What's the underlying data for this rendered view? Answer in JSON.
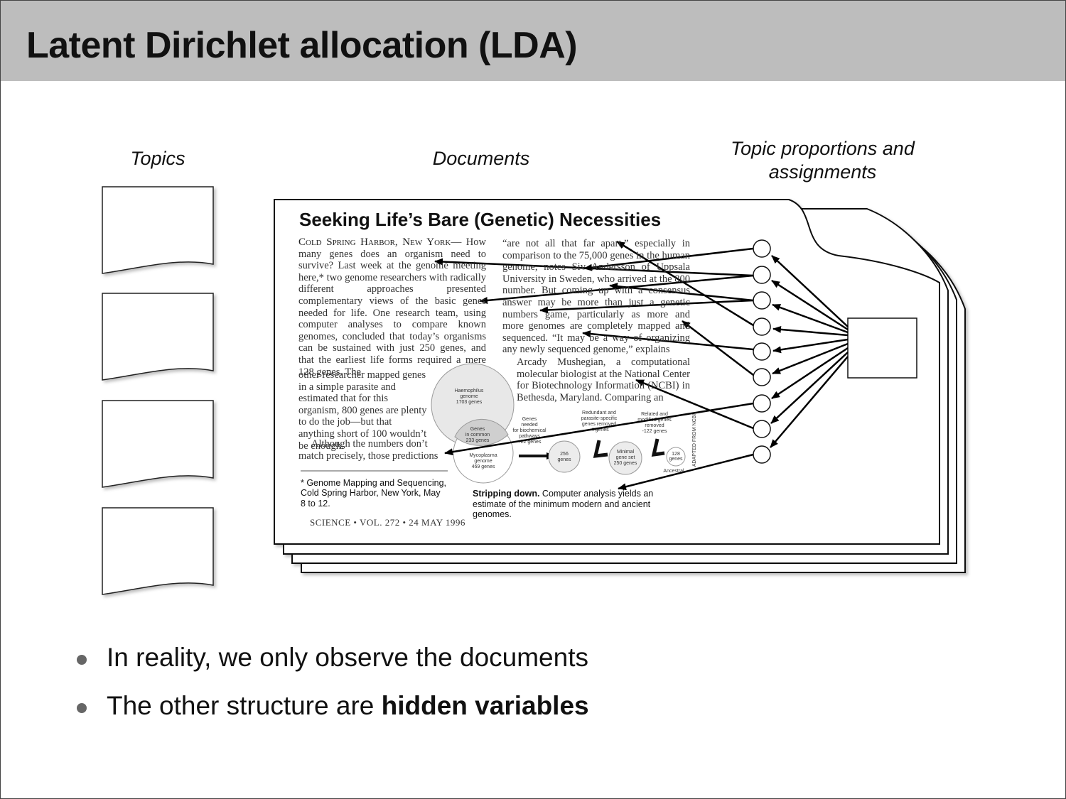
{
  "slide": {
    "title": "Latent Dirichlet allocation (LDA)"
  },
  "labels": {
    "topics": "Topics",
    "documents": "Documents",
    "proportions_line1": "Topic proportions and",
    "proportions_line2": "assignments"
  },
  "document": {
    "title": "Seeking Life’s Bare (Genetic) Necessities",
    "dateline": "Cold Spring Harbor, New York—",
    "col1_text": "How many genes does an organism need to survive? Last week at the genome meeting here,* two genome researchers with radically different approaches presented complementary views of the basic genes needed for life. One research team, using computer analyses to compare known genomes, concluded that today’s organisms can be sustained with just 250 genes, and that the earliest life forms required a mere 128 genes. The",
    "col1b_text": "other researcher mapped genes in a simple parasite and estimated that for this organism, 800 genes are plenty to do the job—but that anything short of 100 wouldn’t be enough.",
    "col1c_text": "Although the numbers don’t match precisely, those predictions",
    "col2_text": "“are not all that far apart,” especially in comparison to the 75,000 genes in the human genome, notes Siv Andersson of Uppsala University in Sweden, who arrived at the 800 number. But coming up with a consensus answer may be more than just a genetic numbers game, particularly as more and more genomes are completely mapped and sequenced. “It may be a way of organizing any newly sequenced genome,” explains",
    "col2b_text": "Arcady Mushegian, a computational molecular biologist at the National Center for Biotechnology Information (NCBI) in Bethesda, Maryland. Comparing an",
    "footnote": "* Genome Mapping and Sequencing, Cold Spring Harbor, New York, May 8 to 12.",
    "science_line": "SCIENCE • VOL. 272 • 24 MAY 1996",
    "caption_bold": "Stripping down.",
    "caption_rest": " Computer analysis yields an estimate of the minimum modern and ancient genomes.",
    "figure": {
      "haemophilus": [
        "Haemophilus",
        "genome",
        "1703 genes"
      ],
      "common": [
        "Genes",
        "in common",
        "233 genes"
      ],
      "mycoplasma": [
        "Mycoplasma",
        "genome",
        "469 genes"
      ],
      "needed": [
        "Genes",
        "needed",
        "for biochemical",
        "pathways",
        "+22 genes"
      ],
      "redundant": [
        "Redundant and",
        "parasite-specific",
        "genes removed",
        "-4 genes"
      ],
      "related": [
        "Related and",
        "modified genes",
        "removed",
        "-122 genes"
      ],
      "g256": [
        "256",
        "genes"
      ],
      "minimal": [
        "Minimal",
        "gene set",
        "250 genes"
      ],
      "g128": [
        "128",
        "genes"
      ],
      "ancestral": "Ancestral",
      "source": "ADAPTED FROM NCBI"
    }
  },
  "bullets": [
    {
      "text": "In reality, we only observe the documents"
    },
    {
      "text_plain": "The other structure are ",
      "text_bold": "hidden variables"
    }
  ]
}
